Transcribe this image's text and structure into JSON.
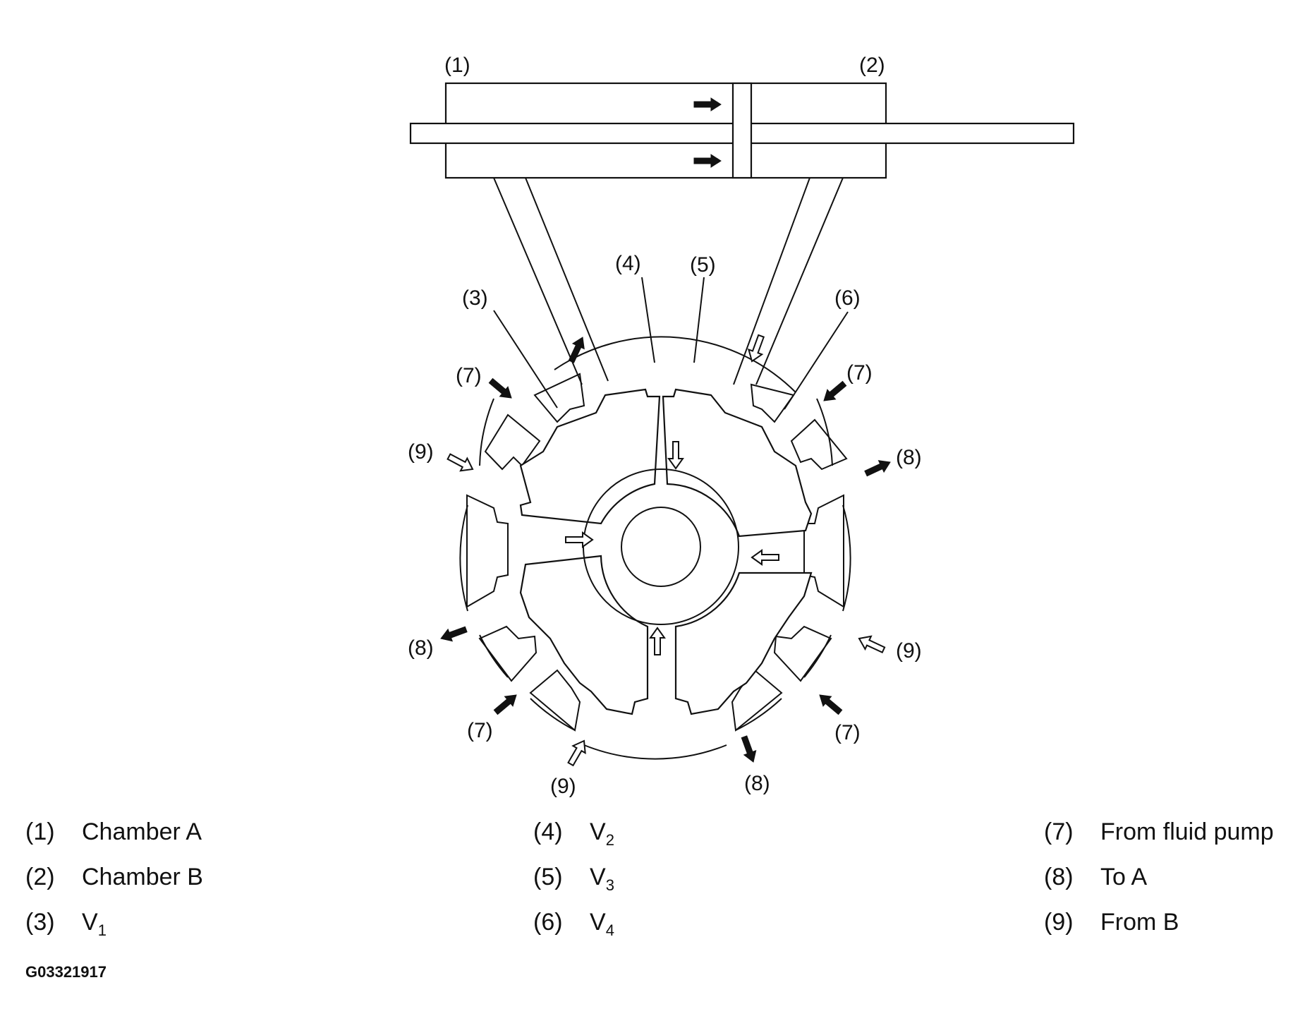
{
  "callouts": {
    "c1": "(1)",
    "c2": "(2)",
    "c3": "(3)",
    "c4": "(4)",
    "c5": "(5)",
    "c6": "(6)",
    "c7": "(7)",
    "c8": "(8)",
    "c9": "(9)"
  },
  "legend": [
    {
      "num": "(1)",
      "label": "Chamber A",
      "sub": ""
    },
    {
      "num": "(2)",
      "label": "Chamber B",
      "sub": ""
    },
    {
      "num": "(3)",
      "label": "V",
      "sub": "1"
    },
    {
      "num": "(4)",
      "label": "V",
      "sub": "2"
    },
    {
      "num": "(5)",
      "label": "V",
      "sub": "3"
    },
    {
      "num": "(6)",
      "label": "V",
      "sub": "4"
    },
    {
      "num": "(7)",
      "label": "From fluid pump",
      "sub": ""
    },
    {
      "num": "(8)",
      "label": "To A",
      "sub": ""
    },
    {
      "num": "(9)",
      "label": "From B",
      "sub": ""
    }
  ],
  "figure_id": "G03321917"
}
